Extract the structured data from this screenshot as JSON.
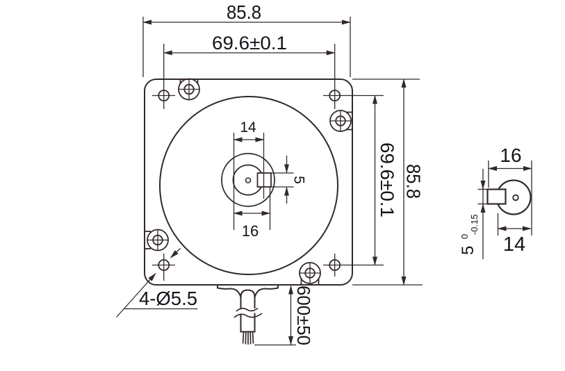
{
  "drawing": {
    "front_view": {
      "dim_width_outer": "85.8",
      "dim_width_inner": "69.6±0.1",
      "dim_height_outer": "85.8",
      "dim_height_inner": "69.6±0.1",
      "dim_shaft_diameter": "14",
      "dim_shaft_key_span": "16",
      "dim_key_width": "5",
      "dim_mounting_holes": "4-Ø5.5",
      "dim_cable_length": "600±50"
    },
    "shaft_detail_view": {
      "dim_overall": "16",
      "dim_shaft_diameter": "14",
      "dim_key_width": "5",
      "dim_key_tol_upper": "0",
      "dim_key_tol_lower": "-0.15"
    },
    "colors": {
      "line": "#32292a",
      "text": "#16121a",
      "background": "#ffffff"
    }
  }
}
